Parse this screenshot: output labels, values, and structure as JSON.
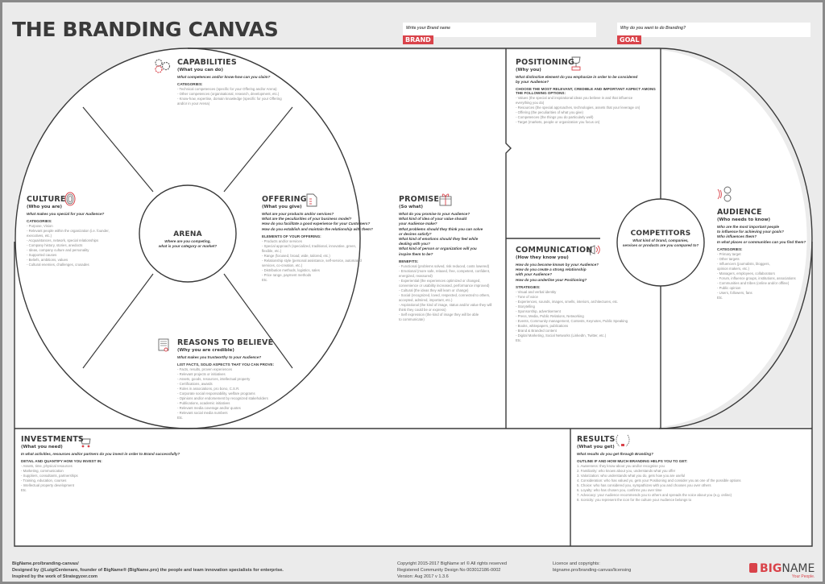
{
  "header": {
    "title": "THE BRANDING CANVAS",
    "brand_field": {
      "placeholder": "Write your Brand name",
      "tag": "BRAND"
    },
    "goal_field": {
      "placeholder": "Why do you want to do Branding?",
      "tag": "GOAL"
    }
  },
  "colors": {
    "accent": "#d9434a",
    "ink": "#3a3a3a",
    "muted": "#8a8a8a",
    "paper": "#ebebeb"
  },
  "blocks": {
    "capabilities": {
      "title": "CAPABILITIES",
      "subtitle": "(What you can do)",
      "icon": "gears-icon",
      "question": "What competences and/or know-how can you claim?",
      "list_heading": "CATEGORIES:",
      "items": [
        "- Technical competences (specific for your Offering and/or Arena)",
        "- Other competences (organisational, research, development, etc.)",
        "- Know-how, expertise, domain knowledge (specific for your Offering",
        "  and/or in your Arena)"
      ]
    },
    "culture": {
      "title": "CULTURE",
      "subtitle": "(Who you are)",
      "icon": "fingerprint-icon",
      "question": "What makes you special for your Audience?",
      "list_heading": "CATEGORIES:",
      "items": [
        "- Purpose, Vision",
        "- Relevant people within the organization (i.e. founder,",
        "  executives, etc.)",
        "- Acquaintances, network, special relationships",
        "- Company history, stories, anedocts",
        "- Ideas, company culture and personality",
        "- Supported causes",
        "- Beliefs, ambitions, values",
        "- Cultural enemies, challenges, crusades"
      ]
    },
    "arena": {
      "title": "ARENA",
      "question": "Where are you competing,\nwhat is your category or market?"
    },
    "offering": {
      "title": "OFFERING",
      "subtitle": "(What you give)",
      "icon": "document-checklist-icon",
      "question": "What are your products and/or services?\nWhat are the peculiarities of your business model?\nHow do you facilitate a good experience for your Customers?\nHow do you establish and maintain the relationship with them?",
      "list_heading": "ELEMENTS OF YOUR OFFERING:",
      "items": [
        "- Products and/or services",
        "- Special approach (specialized, traditional, innovative, green,",
        "  flexible, etc.)",
        "- Range (focused, broad, wide, tailored, etc.)",
        "- Relationship style (personal assistance, self-service, automated",
        "  services, co-creation, etc.)",
        "- Distribution methods, logistics, sales",
        "- Price range, payment methods",
        "Etc."
      ]
    },
    "reasons": {
      "title": "REASONS TO BELIEVE",
      "subtitle": "(Why you are credible)",
      "icon": "certificate-icon",
      "question": "What makes you trustworthy to your Audience?",
      "list_heading": "LIST FACTS, SOLID ASPECTS THAT YOU CAN PROVE:",
      "items": [
        "- Facts, results, proven experiences",
        "- Relevant projects or initiatives",
        "- Assets, goods, resources, intellectual property",
        "- Certifications, awards",
        "- Roles in associations, pro bono, C.S.R.",
        "- Corporate social responsability, welfare programs",
        "- Opinions and/or endorsement by recognized stakeholders",
        "- Publications, academic initiatives",
        "- Relevant media coverage and/or quotes",
        "- Relevant social media numbers",
        "Etc."
      ]
    },
    "promise": {
      "title": "PROMISE",
      "subtitle": "(So what)",
      "icon": "gift-icon",
      "question": "What do you promise to your Audience?\nWhat kind of idea of your value should\nyour Audience make?\nWhat problems should they think you can solve\nor desires satisfy?\nWhat kind of emotions should they feel while\ndealing with you?\nWhat kind of person or organization will you\ninspire them to be?",
      "list_heading": "BENEFITS:",
      "items": [
        "- Functional (problems solved, risk reduced, costs lowered)",
        "- Emotional (more safe, relaxed, free, competent, confident,",
        "  energized, reassured)",
        "- Experiential (the experiences optimized or changed,",
        "  convenience or usability increased, performance improved)",
        "- Cultural (the ideas they will learn or change)",
        "- Social (recognized, loved, respected, connected to others,",
        "  accepted, admired, important, etc.)",
        "- Aspirational (the kind of image, status and/or value they will",
        "  think they could be or express)",
        "- Self expression (the kind of image they will be able",
        "  to communicate)"
      ]
    },
    "positioning": {
      "title": "POSITIONING",
      "subtitle": "(Why you)",
      "icon": "trophy-icon",
      "question": "What distinctive element do you emphasize in order to be considered\nby your Audience?",
      "list_heading": "CHOOSE THE MOST RELEVANT, CREDIBLE AND IMPORTANT ASPECT AMONG THE FOLLOWING OPTIONS:",
      "items": [
        "- Values (the special and inspirational ideas you believe in and that influence",
        "  everything you do)",
        "- Resources (the special approaches, technologies, assets that your leverage on)",
        "- Offering (the peculiarities of what you give)",
        "- Competences (the things you do particularly well)",
        "- Target (markets, people or organization you focus on)"
      ]
    },
    "communication": {
      "title": "COMMUNICATION",
      "subtitle": "(How they know you)",
      "icon": "megaphone-icon",
      "question": "How do you become known by your Audience?\nHow do you create a strong relationship\nwith your Audience?\nHow do you underline your Positioning?",
      "list_heading": "STRATEGIES:",
      "items": [
        "- Visual and verbal identity",
        "- Tone of voice",
        "- Experiences, sounds, images, smells, interiors, architectures, etc.",
        "- Storytelling",
        "- Sponsorship, advertisement",
        "- Press, Media, Public Relations, Networking",
        "- Events, Community management, Contests, Keynotes, Public Speaking",
        "- Books, whitepapers, publications",
        "- Brand & Branded content",
        "- Digital Marketing, Social Networks (LinkedIn, Twitter, etc.)",
        "Etc."
      ]
    },
    "competitors": {
      "title": "COMPETITORS",
      "question": "What kind of brand, companies,\nservices or products are you compared to?"
    },
    "audience": {
      "title": "AUDIENCE",
      "subtitle": "(Who needs to know)",
      "icon": "audience-signal-icon",
      "question": "Who are the most important people\nto influence for achieving your goals?\nWho influences them?\nIn what places or communities can you find them?",
      "list_heading": "CATEGORIES:",
      "items": [
        "- Primary target",
        "- Other targets",
        "- Influencers (journalists, bloggers,",
        "  opinion makers, etc.)",
        "- Managers, employees, collaborators",
        "- Forum, influence groups, institutions, associations",
        "- Communities and tribes (online and/or offline)",
        "- Public opinion",
        "- Users, followers, fans",
        "Etc."
      ]
    },
    "investments": {
      "title": "INVESTMENTS",
      "subtitle": "(What you need)",
      "icon": "shopping-cart-icon",
      "question": "In what activities, resources and/or partners do you invest in order to Brand successfully?",
      "list_heading": "DETAIL AND QUANTIFY HOW YOU INVEST IN:",
      "items": [
        "- Assets, time, physical resources",
        "- Marketing, communication",
        "- Suppliers, consultants, partnerships",
        "- Training, education, courses",
        "- Intellectual property development",
        "Etc."
      ]
    },
    "results": {
      "title": "RESULTS",
      "subtitle": "(What you get)",
      "icon": "laurel-wreath-icon",
      "question": "What results do you get through Branding?",
      "list_heading": "OUTLINE IF AND HOW MUCH BRANDING HELPS YOU TO GET:",
      "items": [
        "1. Awareness: they know about you and/or recognise you",
        "2. Familiarity: who knows about you, understands what you offer",
        "3. Valorization: who understands what you do, gets how you are useful",
        "4. Consideration: who has valued yo, gets your Positioning and consider you as one of the possible options",
        "5. Choice: who has considered you, sympathizes with you and chooses you over others",
        "6. Loyalty: who has chosen you, confirms you over time",
        "7. Advocacy: your Audience recommends you to others and spreads the voice about you (e.g. online)",
        "8. Iconicity: you represent the icon for the culture your Audience belongs to"
      ]
    }
  },
  "footer": {
    "left": [
      "BigName.pro/branding-canvas/",
      "Designed by @LuigiCentenaro, founder of BigName® (BigName.pro) the people and team innovation specialists for enterprise.",
      "Inspired by the work of Strategyzer.com"
    ],
    "middle": [
      "Copyright 2015-2017 BigName srl © All rights reserved",
      "Registered Community Design No 003012186-0002",
      "Version: Aug 2017 v 1.3.6"
    ],
    "right": [
      "Licence and copyrights:",
      "bigname.pro/branding-canvas/licensing"
    ],
    "logo": {
      "big": "BIG",
      "name": "NAME",
      "tagline": "Your People."
    }
  }
}
